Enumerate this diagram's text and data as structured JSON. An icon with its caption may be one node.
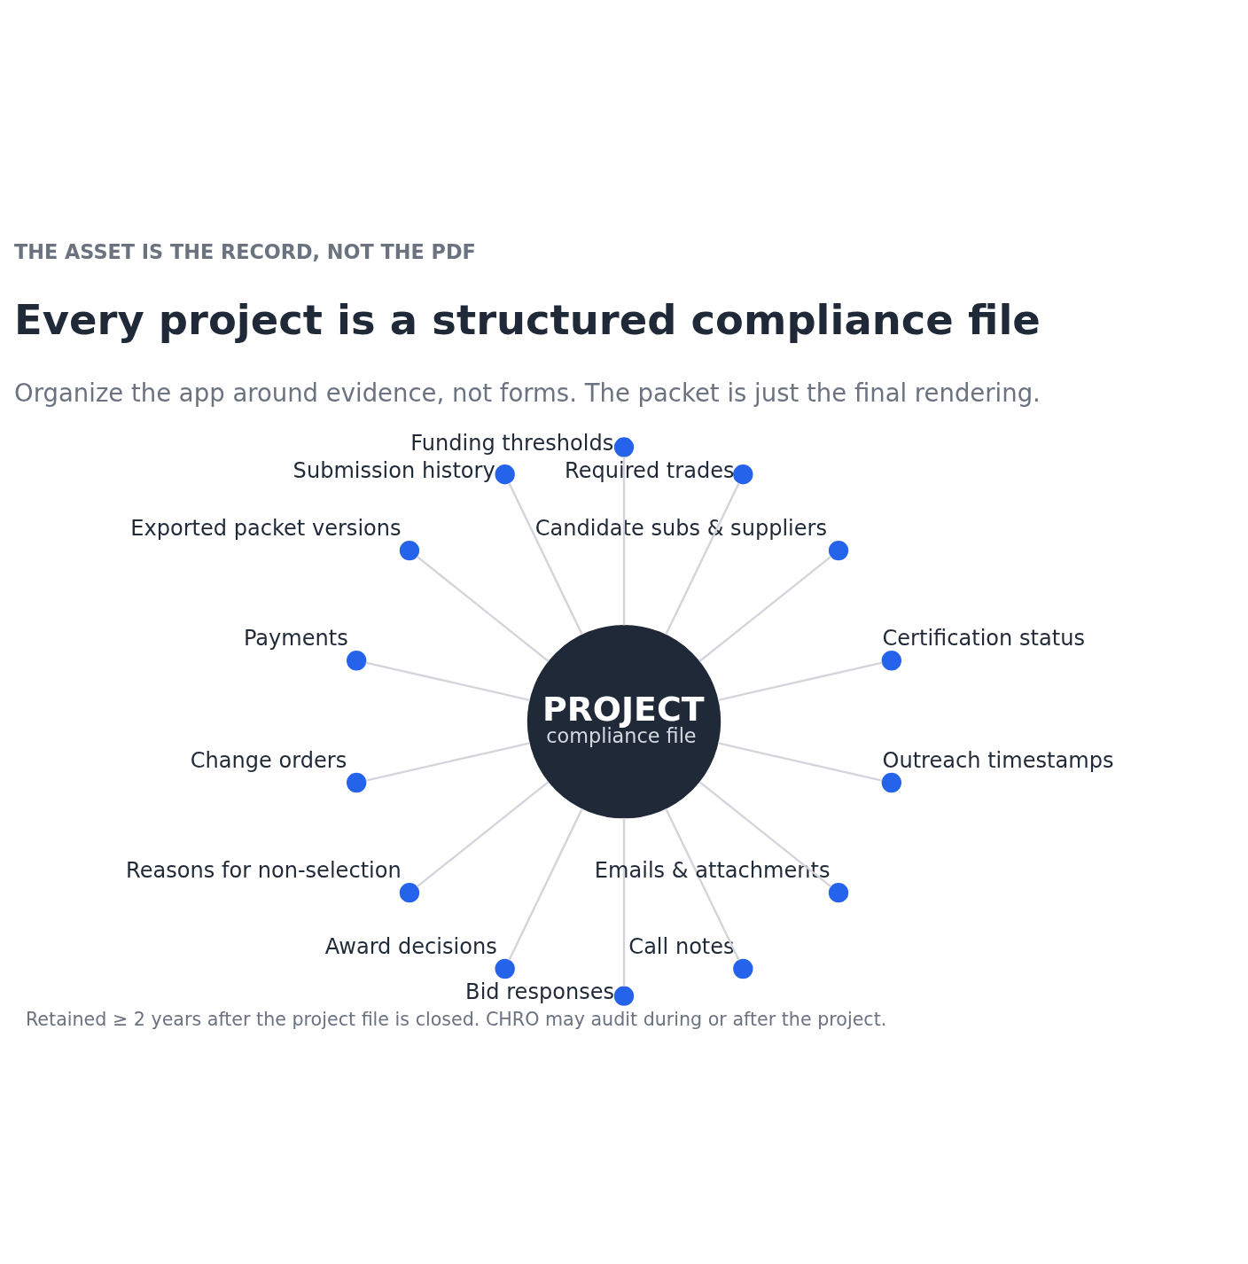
{
  "diagram": {
    "title": "Every project is a structured compliance file",
    "caption": "Retained ≥ 2 years after the project file is closed. CHRO may audit during or after the project.",
    "nodes": [
      {
        "text": [
          "PROJECT",
          "compliance file"
        ]
      },
      {
        "text": [],
        "shape": "circle",
        "beside": [
          "Certification status"
        ]
      },
      {
        "text": [],
        "shape": "circle",
        "beside": [
          "Candidate subs & suppliers"
        ]
      },
      {
        "text": [],
        "shape": "circle",
        "beside": [
          "Required trades"
        ]
      },
      {
        "text": [],
        "shape": "circle",
        "beside": [
          "Funding thresholds"
        ]
      },
      {
        "text": [],
        "shape": "circle",
        "beside": [
          "Submission history"
        ]
      },
      {
        "text": [],
        "shape": "circle",
        "beside": [
          "Exported packet versions"
        ]
      },
      {
        "text": [],
        "shape": "circle",
        "beside": [
          "Payments"
        ]
      },
      {
        "text": [],
        "shape": "circle",
        "beside": [
          "Change orders"
        ]
      },
      {
        "text": [],
        "shape": "circle",
        "beside": [
          "Reasons for non-selection"
        ]
      },
      {
        "text": [],
        "shape": "circle",
        "beside": [
          "Award decisions"
        ]
      },
      {
        "text": [],
        "shape": "circle",
        "beside": [
          "Bid responses"
        ]
      },
      {
        "text": [],
        "shape": "circle",
        "beside": [
          "Call notes"
        ]
      },
      {
        "text": [],
        "shape": "circle",
        "beside": [
          "Emails & attachments"
        ]
      },
      {
        "text": [],
        "shape": "circle",
        "beside": [
          "Outreach timestamps"
        ]
      }
    ],
    "edges": [
      {
        "from": 0,
        "to": 1,
        "arrow": "none"
      },
      {
        "from": 0,
        "to": 2,
        "arrow": "none"
      },
      {
        "from": 0,
        "to": 3,
        "arrow": "none"
      },
      {
        "from": 0,
        "to": 4,
        "arrow": "none"
      },
      {
        "from": 0,
        "to": 5,
        "arrow": "none"
      },
      {
        "from": 0,
        "to": 6,
        "arrow": "none"
      },
      {
        "from": 0,
        "to": 7,
        "arrow": "none"
      },
      {
        "from": 0,
        "to": 8,
        "arrow": "none"
      },
      {
        "from": 0,
        "to": 9,
        "arrow": "none"
      },
      {
        "from": 0,
        "to": 10,
        "arrow": "none"
      },
      {
        "from": 0,
        "to": 11,
        "arrow": "none"
      },
      {
        "from": 0,
        "to": 12,
        "arrow": "none"
      },
      {
        "from": 0,
        "to": 13,
        "arrow": "none"
      },
      {
        "from": 0,
        "to": 14,
        "arrow": "none"
      }
    ],
    "labels": [
      "THE ASSET IS THE RECORD, NOT THE PDF",
      "Organize the app around evidence, not forms. The packet is just the final rendering."
    ]
  }
}
